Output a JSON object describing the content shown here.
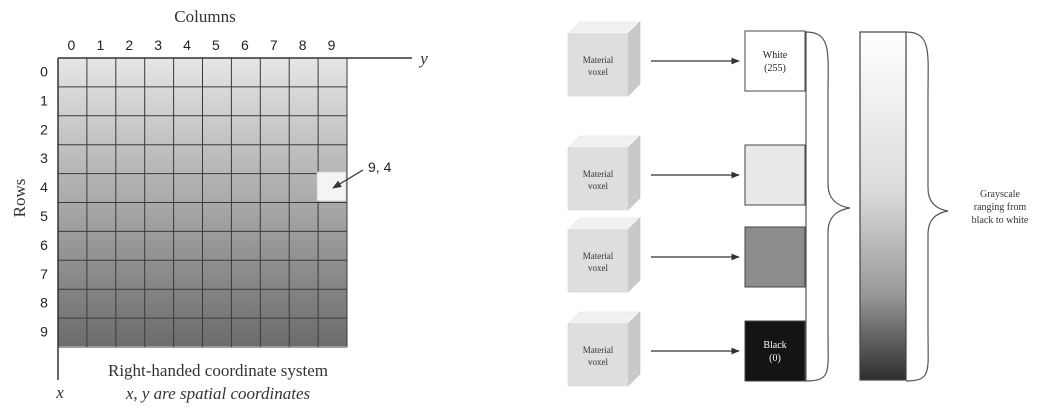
{
  "left_panel": {
    "columns_title": "Columns",
    "rows_title": "Rows",
    "column_labels": [
      "0",
      "1",
      "2",
      "3",
      "4",
      "5",
      "6",
      "7",
      "8",
      "9"
    ],
    "row_labels": [
      "0",
      "1",
      "2",
      "3",
      "4",
      "5",
      "6",
      "7",
      "8",
      "9"
    ],
    "y_axis_label": "y",
    "x_axis_label": "x",
    "highlight_label": "9, 4",
    "caption_line1": "Right-handed coordinate system",
    "caption_line2": "x, y are spatial coordinates",
    "gradient_top_color": "#e6e6e6",
    "gradient_bottom_color": "#6e6c6b"
  },
  "right_panel": {
    "voxels": [
      {
        "label_line1": "Material",
        "label_line2": "voxel",
        "target_fill": "#ffffff",
        "target_text_line1": "White",
        "target_text_line2": "(255)",
        "target_text_color": "#222222"
      },
      {
        "label_line1": "Material",
        "label_line2": "voxel",
        "target_fill": "#e9e9e9",
        "target_text_line1": "",
        "target_text_line2": "",
        "target_text_color": "#222222"
      },
      {
        "label_line1": "Material",
        "label_line2": "voxel",
        "target_fill": "#8c8c8c",
        "target_text_line1": "",
        "target_text_line2": "",
        "target_text_color": "#222222"
      },
      {
        "label_line1": "Material",
        "label_line2": "voxel",
        "target_fill": "#141414",
        "target_text_line1": "Black",
        "target_text_line2": "(0)",
        "target_text_color": "#ffffff"
      }
    ],
    "grayscale_label_lines": [
      "Grayscale",
      "ranging from",
      "black to white"
    ]
  }
}
